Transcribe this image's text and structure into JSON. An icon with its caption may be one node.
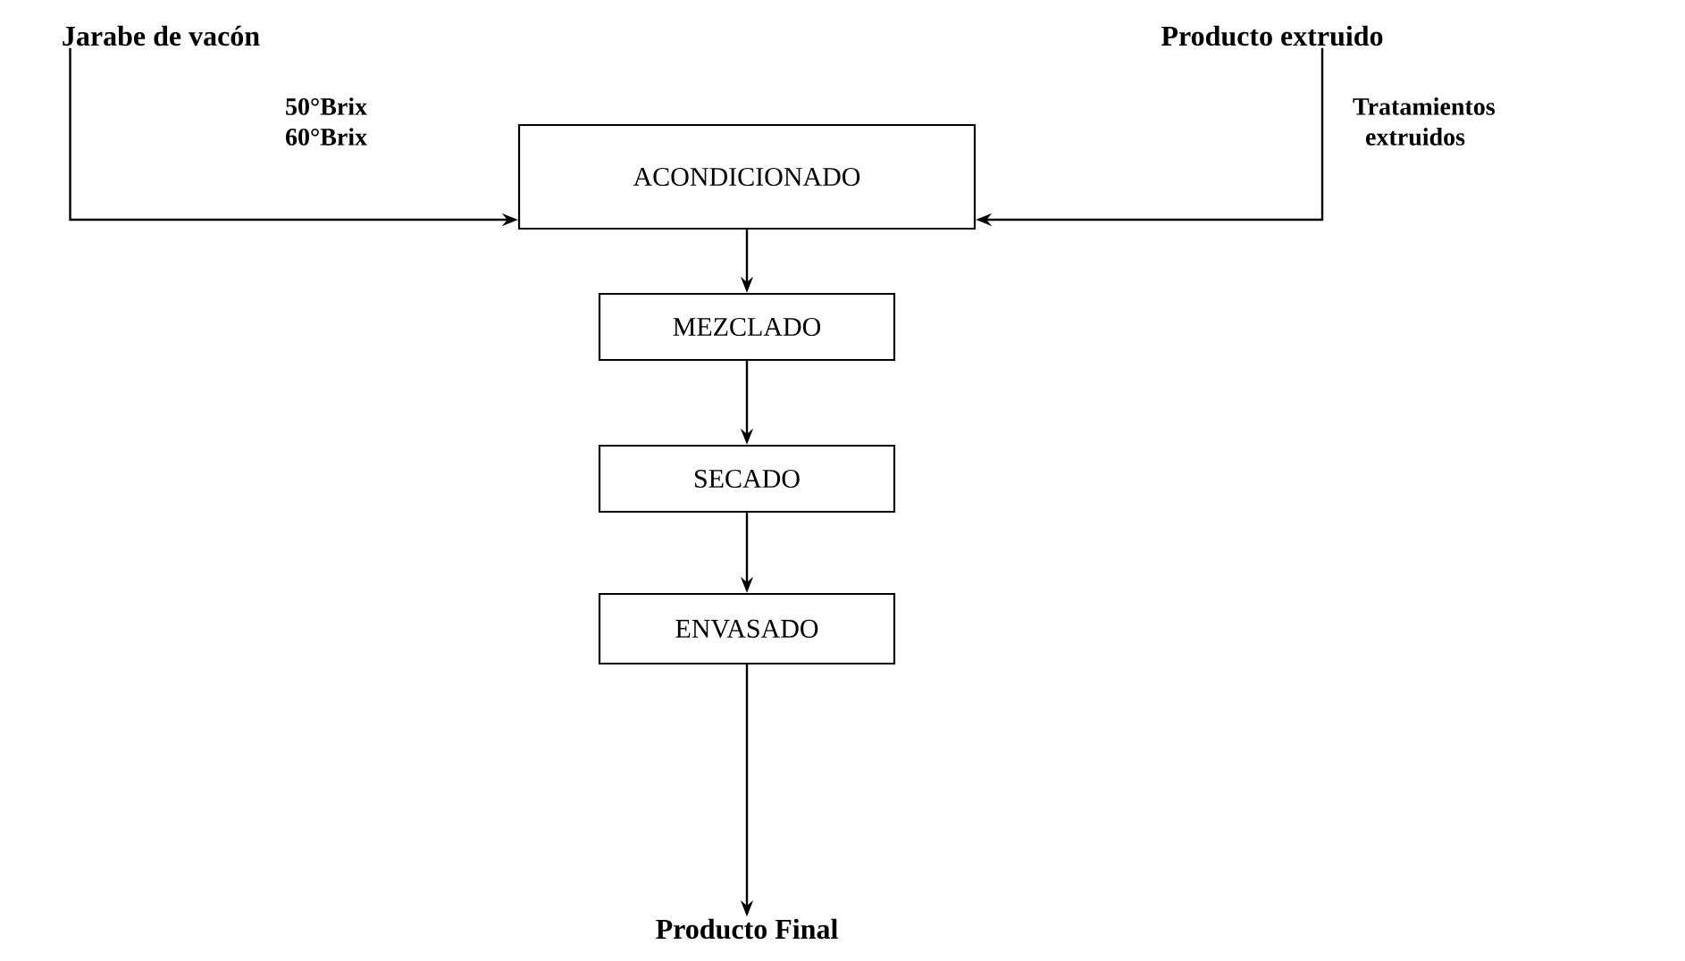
{
  "diagram": {
    "nodes": [
      {
        "text": [
          "Jarabe de vacón"
        ]
      },
      {
        "text": [
          "Producto extruido"
        ]
      },
      {
        "text": [
          "ACONDICIONADO"
        ]
      },
      {
        "text": [
          "MEZCLADO"
        ]
      },
      {
        "text": [
          "SECADO"
        ]
      },
      {
        "text": [
          "ENVASADO"
        ]
      },
      {
        "text": [
          "Producto Final"
        ]
      }
    ],
    "edges": [
      {
        "from": 0,
        "to": 2,
        "arrow": "to",
        "label": "50°Brix 60°Brix"
      },
      {
        "from": 1,
        "to": 2,
        "arrow": "to",
        "label": "Tratamientos extruidos"
      },
      {
        "from": 2,
        "to": 3,
        "arrow": "to"
      },
      {
        "from": 3,
        "to": 4,
        "arrow": "to"
      },
      {
        "from": 4,
        "to": 5,
        "arrow": "to"
      },
      {
        "from": 5,
        "to": 6,
        "arrow": "to"
      }
    ]
  }
}
